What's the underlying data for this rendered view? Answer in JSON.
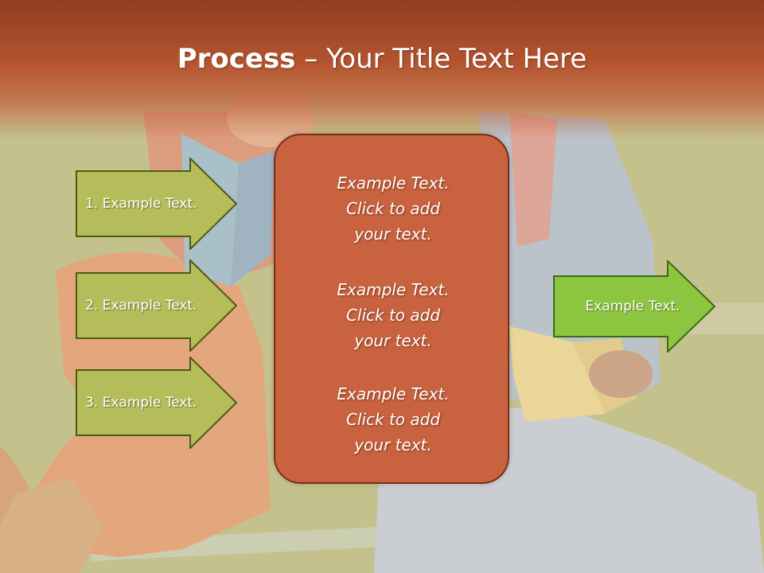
{
  "title": {
    "strong": "Process",
    "rest": " – Your Title Text Here"
  },
  "left_arrows": [
    {
      "label": "1. Example Text."
    },
    {
      "label": "2. Example Text."
    },
    {
      "label": "3. Example Text."
    }
  ],
  "center_items": [
    {
      "lines": [
        "Example Text.",
        "Click  to add",
        "your text."
      ]
    },
    {
      "lines": [
        "Example Text.",
        "Click  to add",
        "your text."
      ]
    },
    {
      "lines": [
        "Example Text.",
        "Click  to add",
        "your text."
      ]
    }
  ],
  "right_arrow": {
    "label": "Example Text."
  },
  "colors": {
    "title_band": "#b5542f",
    "center_box": "#c9623f",
    "left_arrow_fill": "#b5bc5a",
    "left_arrow_stroke": "#4d5a12",
    "right_arrow_fill": "#8cc53f",
    "right_arrow_stroke": "#3d6b12"
  }
}
